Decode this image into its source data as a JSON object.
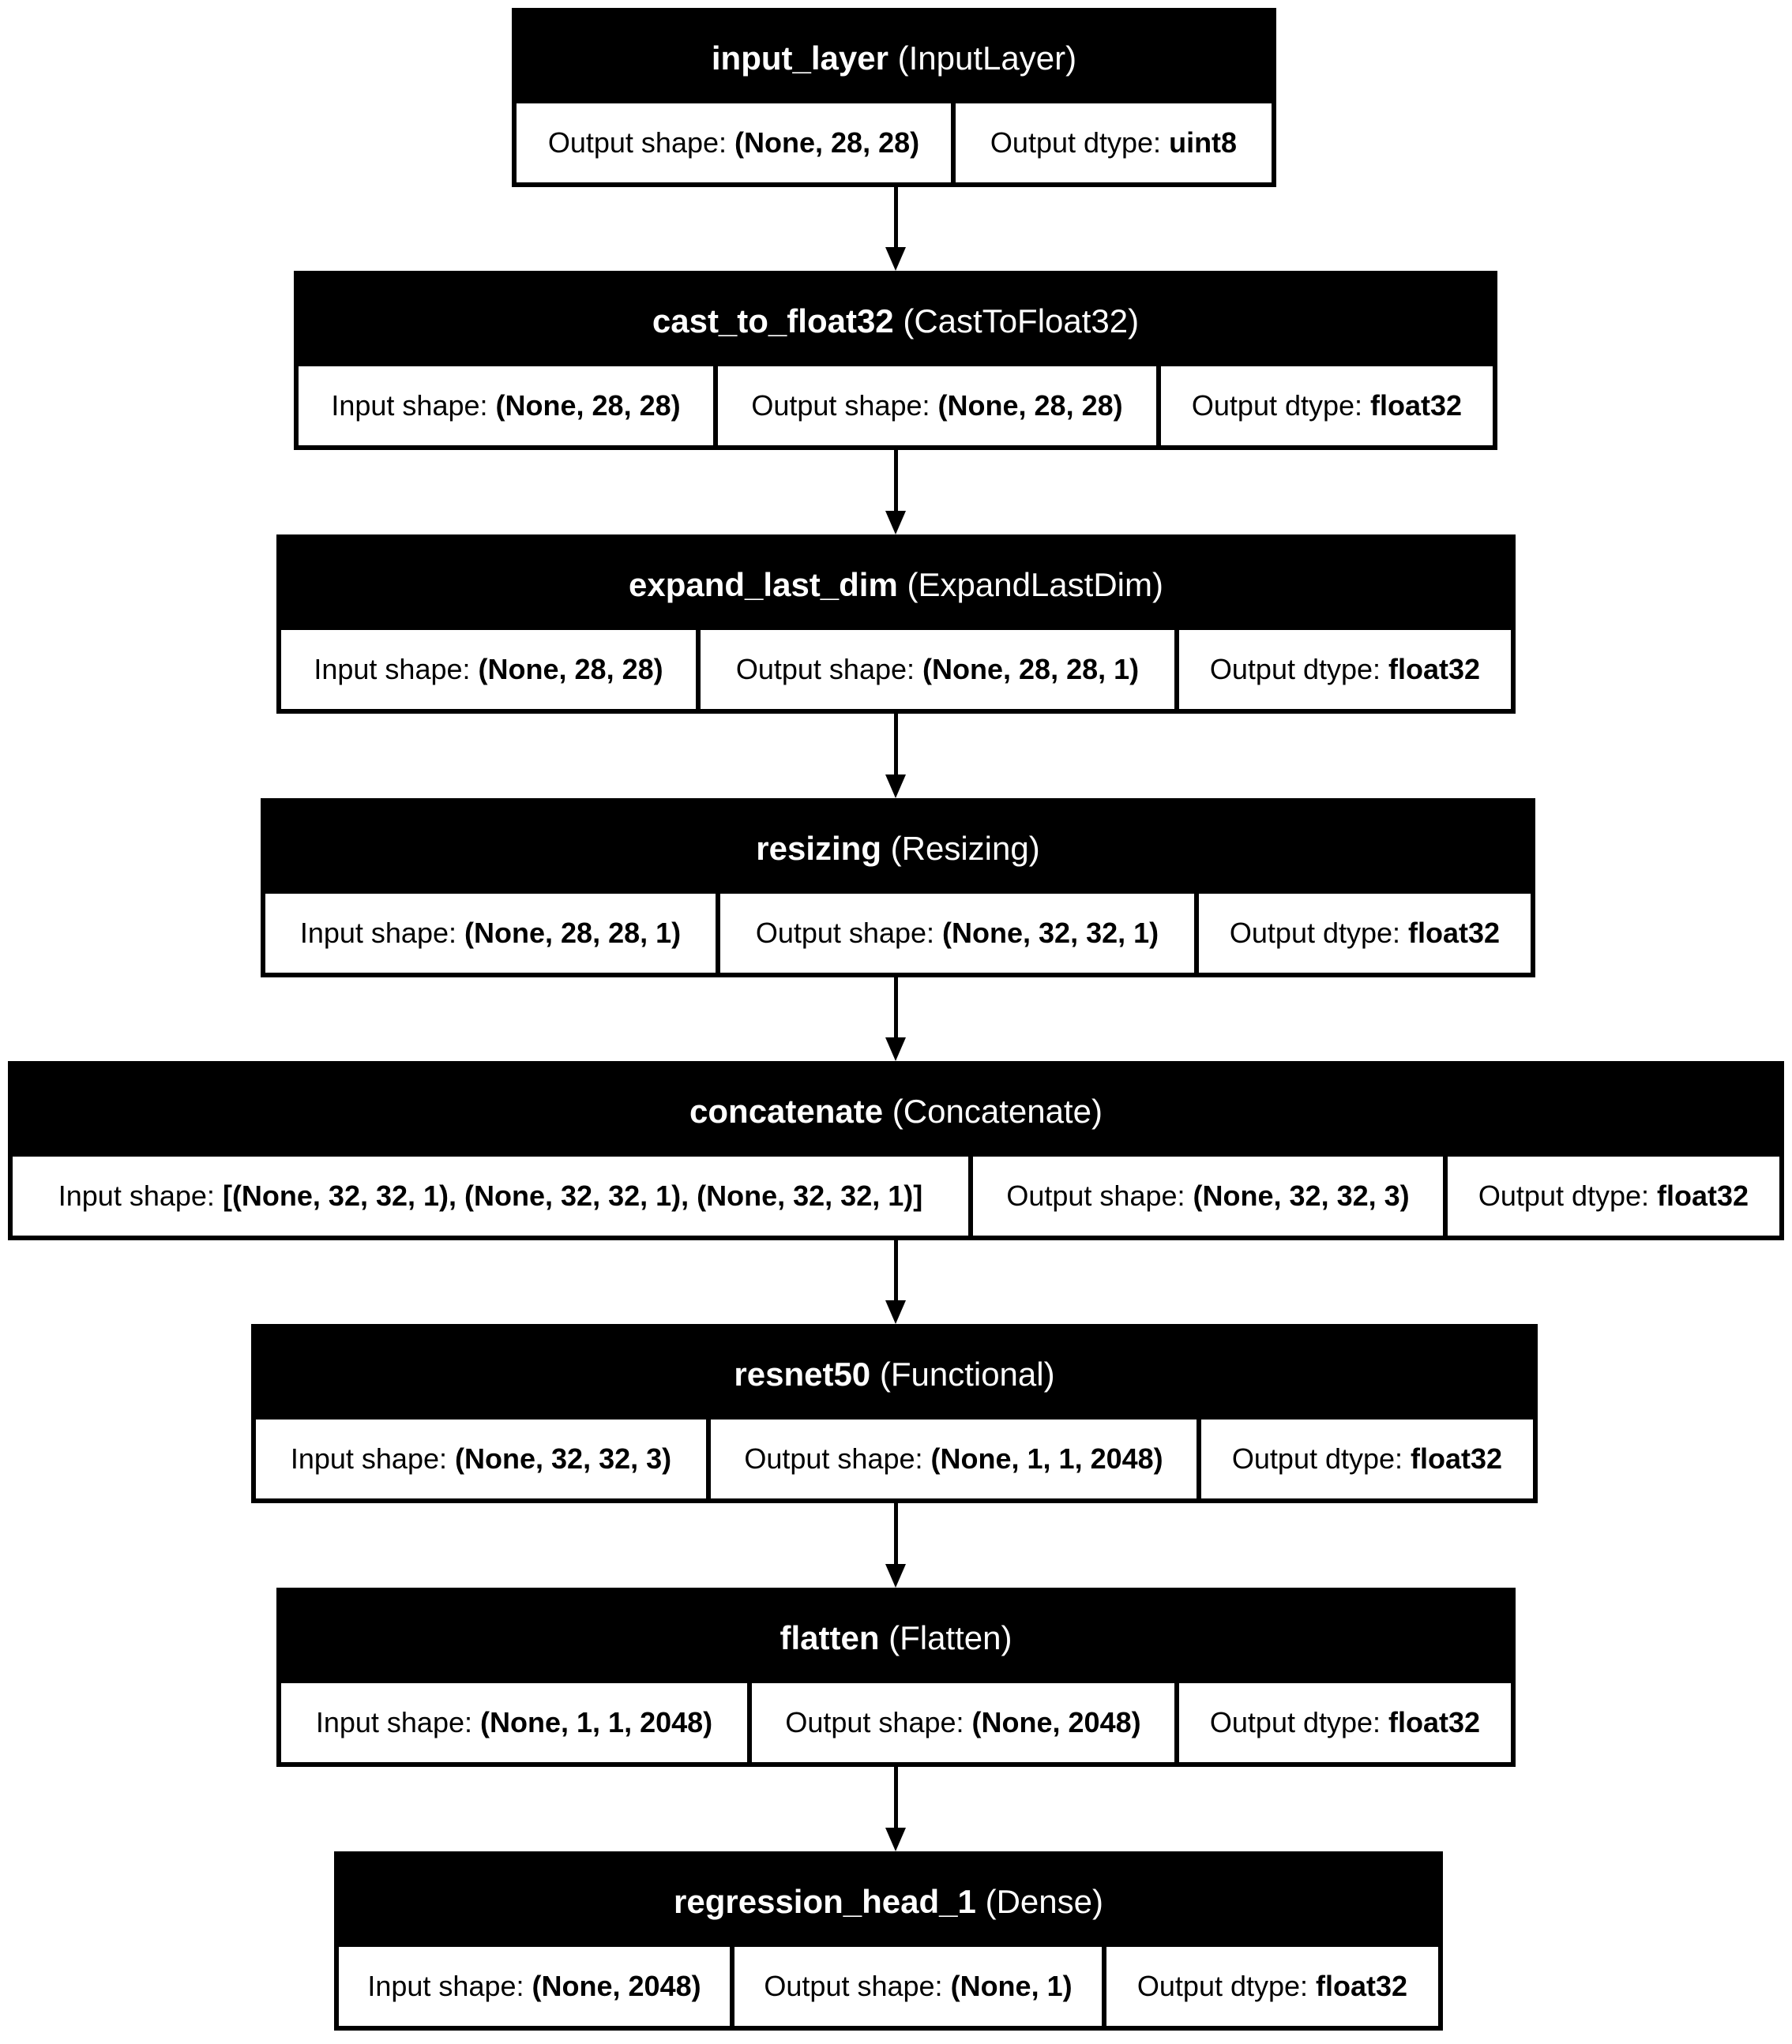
{
  "layers": [
    {
      "name": "input_layer",
      "class": "(InputLayer)",
      "cells": [
        {
          "label": "Output shape: ",
          "value": "(None, 28, 28)"
        },
        {
          "label": "Output dtype: ",
          "value": "uint8"
        }
      ]
    },
    {
      "name": "cast_to_float32",
      "class": "(CastToFloat32)",
      "cells": [
        {
          "label": "Input shape: ",
          "value": "(None, 28, 28)"
        },
        {
          "label": "Output shape: ",
          "value": "(None, 28, 28)"
        },
        {
          "label": "Output dtype: ",
          "value": "float32"
        }
      ]
    },
    {
      "name": "expand_last_dim",
      "class": "(ExpandLastDim)",
      "cells": [
        {
          "label": "Input shape: ",
          "value": "(None, 28, 28)"
        },
        {
          "label": "Output shape: ",
          "value": "(None, 28, 28, 1)"
        },
        {
          "label": "Output dtype: ",
          "value": "float32"
        }
      ]
    },
    {
      "name": "resizing",
      "class": "(Resizing)",
      "cells": [
        {
          "label": "Input shape: ",
          "value": "(None, 28, 28, 1)"
        },
        {
          "label": "Output shape: ",
          "value": "(None, 32, 32, 1)"
        },
        {
          "label": "Output dtype: ",
          "value": "float32"
        }
      ]
    },
    {
      "name": "concatenate",
      "class": "(Concatenate)",
      "cells": [
        {
          "label": "Input shape: ",
          "value": "[(None, 32, 32, 1), (None, 32, 32, 1), (None, 32, 32, 1)]"
        },
        {
          "label": "Output shape: ",
          "value": "(None, 32, 32, 3)"
        },
        {
          "label": "Output dtype: ",
          "value": "float32"
        }
      ]
    },
    {
      "name": "resnet50",
      "class": "(Functional)",
      "cells": [
        {
          "label": "Input shape: ",
          "value": "(None, 32, 32, 3)"
        },
        {
          "label": "Output shape: ",
          "value": "(None, 1, 1, 2048)"
        },
        {
          "label": "Output dtype: ",
          "value": "float32"
        }
      ]
    },
    {
      "name": "flatten",
      "class": "(Flatten)",
      "cells": [
        {
          "label": "Input shape: ",
          "value": "(None, 1, 1, 2048)"
        },
        {
          "label": "Output shape: ",
          "value": "(None, 2048)"
        },
        {
          "label": "Output dtype: ",
          "value": "float32"
        }
      ]
    },
    {
      "name": "regression_head_1",
      "class": "(Dense)",
      "cells": [
        {
          "label": "Input shape: ",
          "value": "(None, 2048)"
        },
        {
          "label": "Output shape: ",
          "value": "(None, 1)"
        },
        {
          "label": "Output dtype: ",
          "value": "float32"
        }
      ]
    }
  ],
  "edges": [
    {
      "from": "input_layer",
      "to": "cast_to_float32"
    },
    {
      "from": "cast_to_float32",
      "to": "expand_last_dim"
    },
    {
      "from": "expand_last_dim",
      "to": "resizing"
    },
    {
      "from": "resizing",
      "to": "concatenate"
    },
    {
      "from": "concatenate",
      "to": "resnet50"
    },
    {
      "from": "resnet50",
      "to": "flatten"
    },
    {
      "from": "flatten",
      "to": "regression_head_1"
    }
  ],
  "colors": {
    "header_background": "#000000",
    "header_text": "#ffffff",
    "cell_background": "#ffffff",
    "border": "#000000"
  }
}
